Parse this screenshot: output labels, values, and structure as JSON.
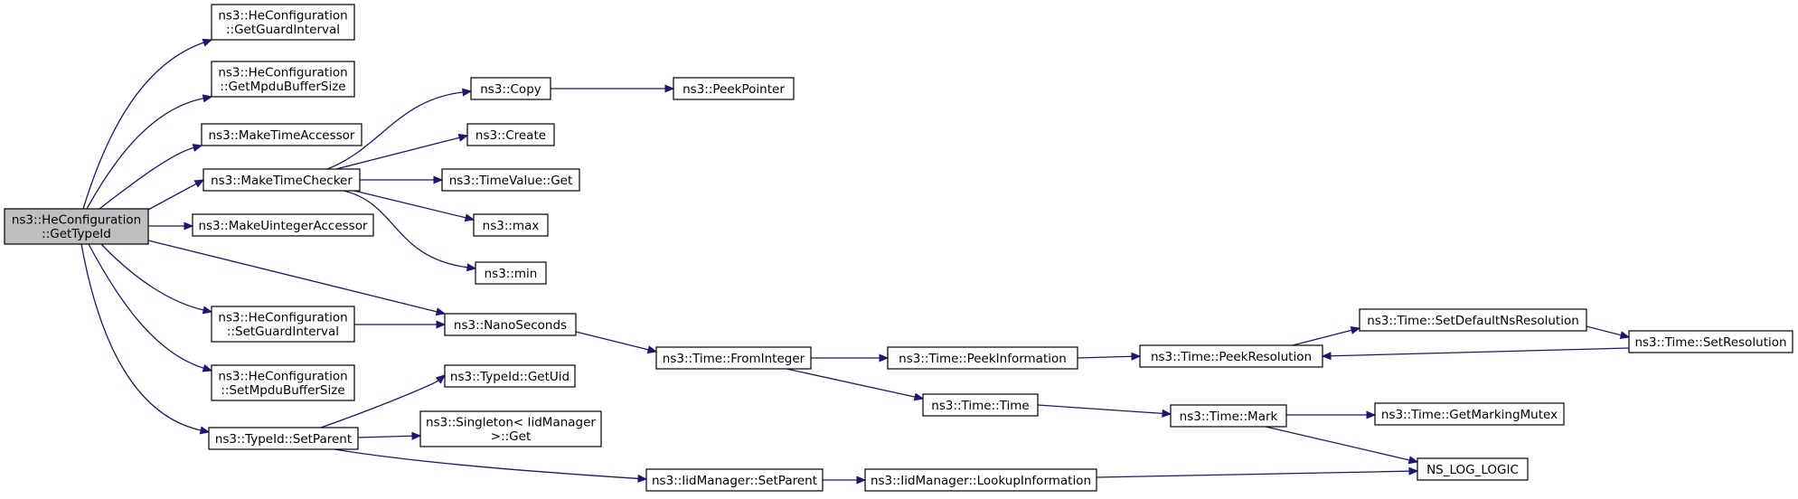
{
  "colors": {
    "edge": "#191970",
    "root_fill": "#bfbfbf",
    "node_fill": "#ffffff",
    "node_border": "#000000"
  },
  "nodes": {
    "root": [
      "ns3::HeConfiguration",
      "::GetTypeId"
    ],
    "get_guard": [
      "ns3::HeConfiguration",
      "::GetGuardInterval"
    ],
    "get_mpdu": [
      "ns3::HeConfiguration",
      "::GetMpduBufferSize"
    ],
    "make_time_accessor": [
      "ns3::MakeTimeAccessor"
    ],
    "make_time_checker": [
      "ns3::MakeTimeChecker"
    ],
    "make_uint_accessor": [
      "ns3::MakeUintegerAccessor"
    ],
    "set_guard": [
      "ns3::HeConfiguration",
      "::SetGuardInterval"
    ],
    "set_mpdu": [
      "ns3::HeConfiguration",
      "::SetMpduBufferSize"
    ],
    "typeid_setparent": [
      "ns3::TypeId::SetParent"
    ],
    "copy": [
      "ns3::Copy"
    ],
    "peekpointer": [
      "ns3::PeekPointer"
    ],
    "create": [
      "ns3::Create"
    ],
    "timevalue_get": [
      "ns3::TimeValue::Get"
    ],
    "max": [
      "ns3::max"
    ],
    "min": [
      "ns3::min"
    ],
    "nanoseconds": [
      "ns3::NanoSeconds"
    ],
    "from_integer": [
      "ns3::Time::FromInteger"
    ],
    "peek_information": [
      "ns3::Time::PeekInformation"
    ],
    "peek_resolution": [
      "ns3::Time::PeekResolution"
    ],
    "set_default_ns": [
      "ns3::Time::SetDefaultNsResolution"
    ],
    "set_resolution": [
      "ns3::Time::SetResolution"
    ],
    "time_time": [
      "ns3::Time::Time"
    ],
    "time_mark": [
      "ns3::Time::Mark"
    ],
    "get_marking_mutex": [
      "ns3::Time::GetMarkingMutex"
    ],
    "ns_log_logic": [
      "NS_LOG_LOGIC"
    ],
    "typeid_getuid": [
      "ns3::TypeId::GetUid"
    ],
    "singleton_get": [
      "ns3::Singleton< IidManager",
      ">::Get"
    ],
    "iid_setparent": [
      "ns3::IidManager::SetParent"
    ],
    "lookup_info": [
      "ns3::IidManager::LookupInformation"
    ]
  },
  "edges": [
    [
      "root",
      "get_guard"
    ],
    [
      "root",
      "get_mpdu"
    ],
    [
      "root",
      "make_time_accessor"
    ],
    [
      "root",
      "make_time_checker"
    ],
    [
      "root",
      "make_uint_accessor"
    ],
    [
      "root",
      "nanoseconds"
    ],
    [
      "root",
      "set_guard"
    ],
    [
      "root",
      "set_mpdu"
    ],
    [
      "root",
      "typeid_setparent"
    ],
    [
      "make_time_checker",
      "copy"
    ],
    [
      "make_time_checker",
      "create"
    ],
    [
      "make_time_checker",
      "timevalue_get"
    ],
    [
      "make_time_checker",
      "max"
    ],
    [
      "make_time_checker",
      "min"
    ],
    [
      "copy",
      "peekpointer"
    ],
    [
      "set_guard",
      "nanoseconds"
    ],
    [
      "nanoseconds",
      "from_integer"
    ],
    [
      "from_integer",
      "peek_information"
    ],
    [
      "from_integer",
      "time_time"
    ],
    [
      "peek_information",
      "peek_resolution"
    ],
    [
      "peek_resolution",
      "set_default_ns"
    ],
    [
      "set_default_ns",
      "set_resolution"
    ],
    [
      "set_resolution",
      "peek_resolution"
    ],
    [
      "time_time",
      "time_mark"
    ],
    [
      "time_mark",
      "get_marking_mutex"
    ],
    [
      "time_mark",
      "ns_log_logic"
    ],
    [
      "typeid_setparent",
      "typeid_getuid"
    ],
    [
      "typeid_setparent",
      "singleton_get"
    ],
    [
      "typeid_setparent",
      "iid_setparent"
    ],
    [
      "iid_setparent",
      "lookup_info"
    ],
    [
      "lookup_info",
      "ns_log_logic"
    ]
  ]
}
